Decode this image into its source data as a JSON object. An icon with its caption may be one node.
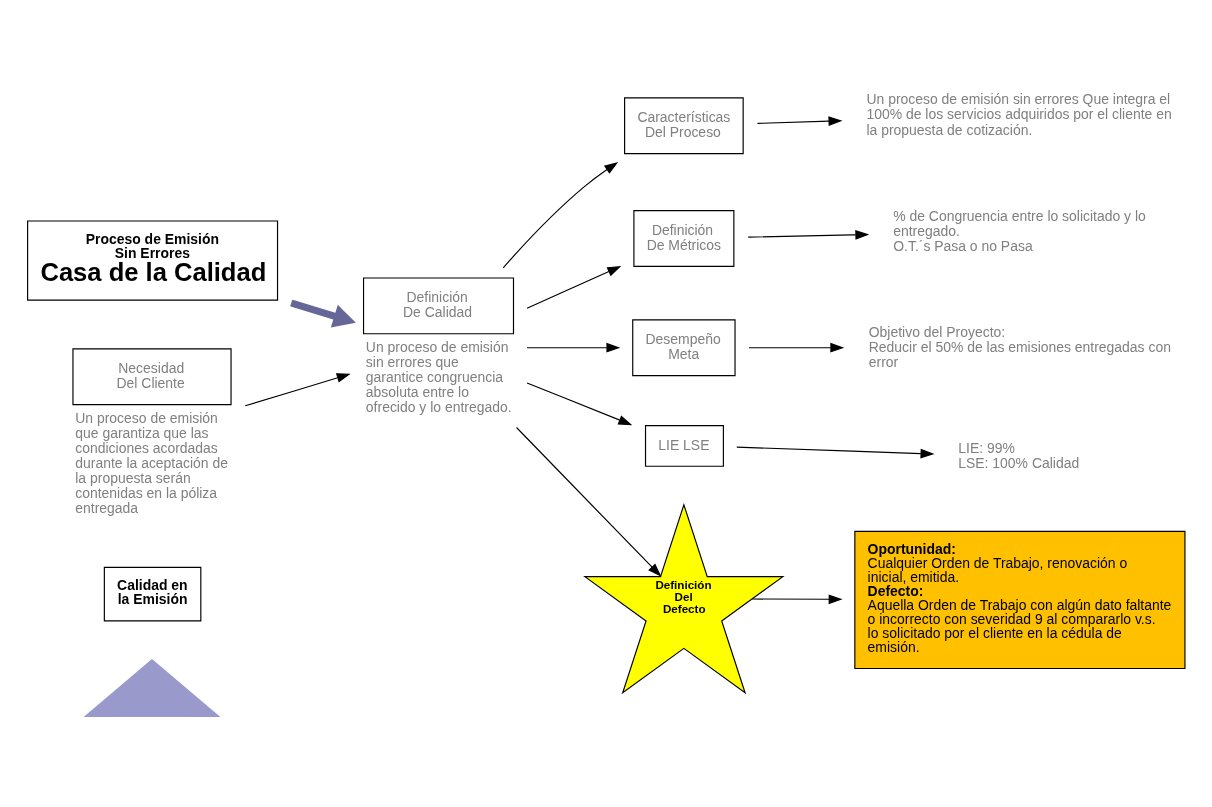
{
  "diagram": {
    "nodes": [
      {
        "text": [],
        "shape": "triangle"
      },
      {
        "text": [
          "Calidad en la Emisión"
        ]
      },
      {
        "text": [
          "Proceso de Emisión Sin Errores",
          "Casa de la Calidad"
        ]
      },
      {
        "text": [
          "Necesidad Del Cliente"
        ],
        "beside": [
          "Un proceso de emisión que garantiza que las condiciones acordadas durante la aceptación de la propuesta serán contenidas en la póliza entregada"
        ]
      },
      {
        "text": [
          "Definición De Calidad"
        ],
        "beside": [
          "Un proceso de emisión sin errores que garantice congruencia absoluta entre lo ofrecido y lo entregado."
        ]
      },
      {
        "text": [
          "Características Del Proceso"
        ]
      },
      {
        "text": [
          "Un proceso de emisión sin errores Que integra el 100% de los servicios adquiridos por el cliente en la propuesta de cotización."
        ]
      },
      {
        "text": [
          "Definición De Métricos"
        ]
      },
      {
        "text": [
          "% de Congruencia entre lo solicitado y lo entregado.",
          "O.T.´s Pasa o no Pasa"
        ]
      },
      {
        "text": [
          "Desempeño Meta"
        ]
      },
      {
        "text": [
          "Objetivo del Proyecto:",
          "Reducir el 50% de las emisiones entregadas con error"
        ]
      },
      {
        "text": [
          "LIE LSE"
        ]
      },
      {
        "text": [
          "LIE: 99%",
          "LSE: 100% Calidad"
        ]
      },
      {
        "text": [
          "Definición Del Defecto"
        ]
      },
      {
        "text": [
          "Oportunidad:",
          "Cualquier Orden de Trabajo, renovación o inicial, emitida.",
          "Defecto:",
          "Aquella Orden de Trabajo con algún dato faltante o incorrecto con severidad 9 al compararlo v.s. lo solicitado por el cliente en la cédula de emisión."
        ]
      }
    ],
    "edges": [
      {
        "from": 2,
        "to": 4,
        "arrow": "to",
        "style": "thick",
        "color": "#666699"
      },
      {
        "from": 3,
        "to": 4,
        "arrow": "to"
      },
      {
        "from": 4,
        "to": 5,
        "arrow": "to"
      },
      {
        "from": 4,
        "to": 7,
        "arrow": "to"
      },
      {
        "from": 4,
        "to": 9,
        "arrow": "to"
      },
      {
        "from": 4,
        "to": 11,
        "arrow": "to"
      },
      {
        "from": 4,
        "to": 13,
        "arrow": "to"
      },
      {
        "from": 5,
        "to": 6,
        "arrow": "to"
      },
      {
        "from": 7,
        "to": 8,
        "arrow": "to"
      },
      {
        "from": 9,
        "to": 10,
        "arrow": "to"
      },
      {
        "from": 11,
        "to": 12,
        "arrow": "to"
      },
      {
        "from": 13,
        "to": 14,
        "arrow": "to"
      }
    ]
  }
}
